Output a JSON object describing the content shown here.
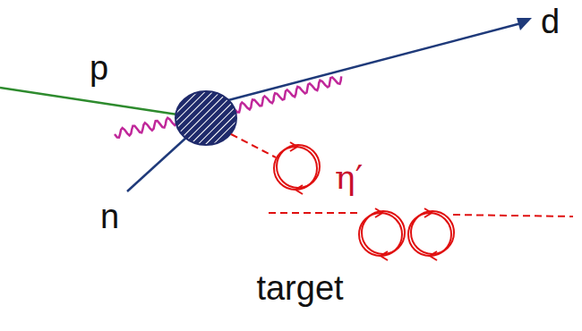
{
  "diagram": {
    "nodes": [
      {
        "text": [
          "target"
        ]
      }
    ],
    "labels": [
      "p",
      "n",
      "d",
      "η′"
    ]
  }
}
